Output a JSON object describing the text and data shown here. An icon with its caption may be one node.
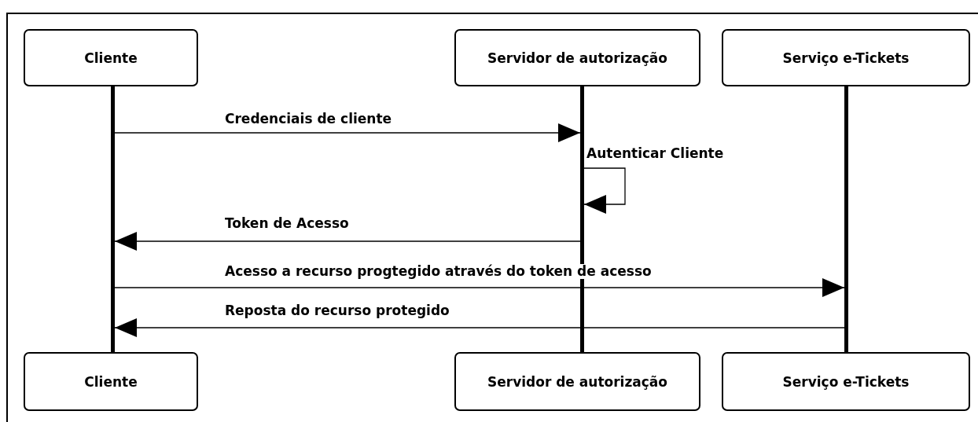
{
  "diagram": {
    "nodes": [
      {
        "text": [
          "Cliente"
        ]
      },
      {
        "text": [
          "Servidor de autorização"
        ]
      },
      {
        "text": [
          "Serviço e-Tickets"
        ]
      },
      {
        "text": [
          "Cliente"
        ]
      },
      {
        "text": [
          "Servidor de autorização"
        ]
      },
      {
        "text": [
          "Serviço e-Tickets"
        ]
      },
      {
        "text": [],
        "shape": "bar"
      },
      {
        "text": [],
        "shape": "bar"
      },
      {
        "text": [],
        "shape": "bar"
      }
    ],
    "edges": [
      {
        "from": 6,
        "to": 7,
        "arrow": "to",
        "label": "Credenciais de cliente"
      },
      {
        "from": 7,
        "to": 7,
        "arrow": "to",
        "label": "Autenticar Cliente"
      },
      {
        "from": 7,
        "to": 6,
        "arrow": "to",
        "label": "Token de Acesso"
      },
      {
        "from": 6,
        "to": 8,
        "arrow": "to",
        "label": "Acesso a recurso progtegido através do token de acesso"
      },
      {
        "from": 8,
        "to": 6,
        "arrow": "to",
        "label": "Reposta do recurso protegido"
      }
    ]
  }
}
